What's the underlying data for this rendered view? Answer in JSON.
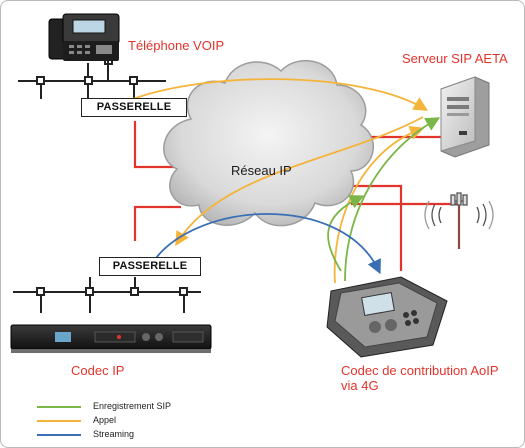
{
  "labels": {
    "telephone": "Téléphone VOIP",
    "server": "Serveur SIP AETA",
    "network": "Réseau IP",
    "codec_ip": "Codec IP",
    "codec_contrib_line1": "Codec de contribution AoIP",
    "codec_contrib_line2": "via 4G"
  },
  "gateways": {
    "top": "PASSERELLE",
    "bottom": "PASSERELLE"
  },
  "legend": [
    {
      "label": "Enregistrement SIP",
      "color": "#7ab648"
    },
    {
      "label": "Appel",
      "color": "#f4b43a"
    },
    {
      "label": "Streaming",
      "color": "#3a6fb5"
    }
  ],
  "colors": {
    "link": "#e3342c",
    "bus": "#222222",
    "cloud_fill": "#d8d8d8",
    "label": "#e3342c"
  }
}
